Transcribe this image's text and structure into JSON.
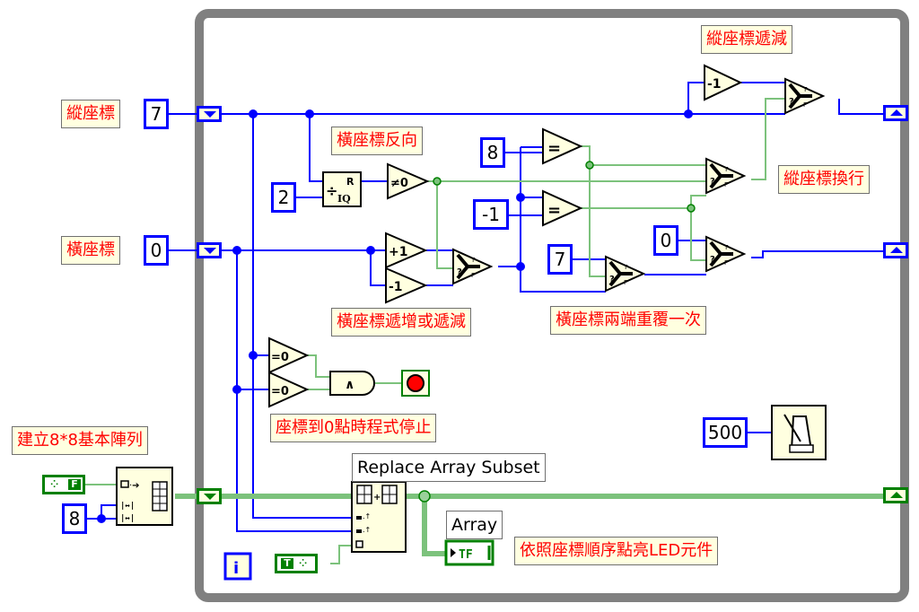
{
  "diagram": {
    "type": "LabVIEW block diagram",
    "loop": {
      "kind": "while-loop",
      "iteration_terminal": "i"
    },
    "colors": {
      "numeric_wire": "#0000ff",
      "boolean_wire": "#7cc27c",
      "boolean_array_wire": "#7cc27c",
      "loop_frame": "#808080",
      "comment_text": "#ff0000",
      "node_fill": "#ffffe0",
      "stop_button": "#ff0000"
    }
  },
  "comments": {
    "y_coord": "縱座標",
    "x_coord": "橫座標",
    "x_reverse": "橫座標反向",
    "y_decrement": "縱座標遞減",
    "y_newline": "縱座標換行",
    "x_inc_dec": "橫座標遞增或遞減",
    "x_repeat_ends": "橫座標兩端重覆一次",
    "stop_at_zero": "座標到0點時程式停止",
    "build_array": "建立8*8基本陣列",
    "light_led": "依照座標順序點亮LED元件"
  },
  "constants": {
    "y_init": "7",
    "x_init": "0",
    "divisor": "2",
    "eight": "8",
    "minus_one": "-1",
    "seven": "7",
    "zero": "0",
    "array_size": "8",
    "wait_ms": "500",
    "bool_false": "F",
    "bool_true": "T"
  },
  "nodes": {
    "quotient_remainder": {
      "top": "R",
      "bottom": "IQ",
      "symbol": "÷"
    },
    "not_equal_zero": "≠0",
    "increment": "+1",
    "decrement": "-1",
    "y_decrement": "-1",
    "equal": "=",
    "equal_zero": "=0",
    "and": "∧",
    "select": {
      "q": "?",
      "t": "T",
      "f": "F"
    }
  },
  "labels": {
    "replace_array_subset": "Replace Array Subset",
    "array_indicator": "Array",
    "array_indicator_value": "TF",
    "iteration": "i"
  }
}
